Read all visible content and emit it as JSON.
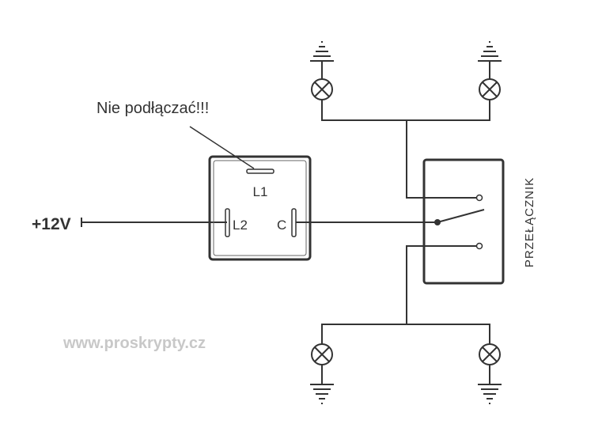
{
  "labels": {
    "warning": "Nie podłączać!!!",
    "supply": "+12V",
    "pin_l1": "L1",
    "pin_l2": "L2",
    "pin_c": "C",
    "switch": "PRZEŁĄCZNIK",
    "watermark": "www.proskrypty.cz"
  },
  "colors": {
    "line": "#333333",
    "background": "#ffffff"
  }
}
